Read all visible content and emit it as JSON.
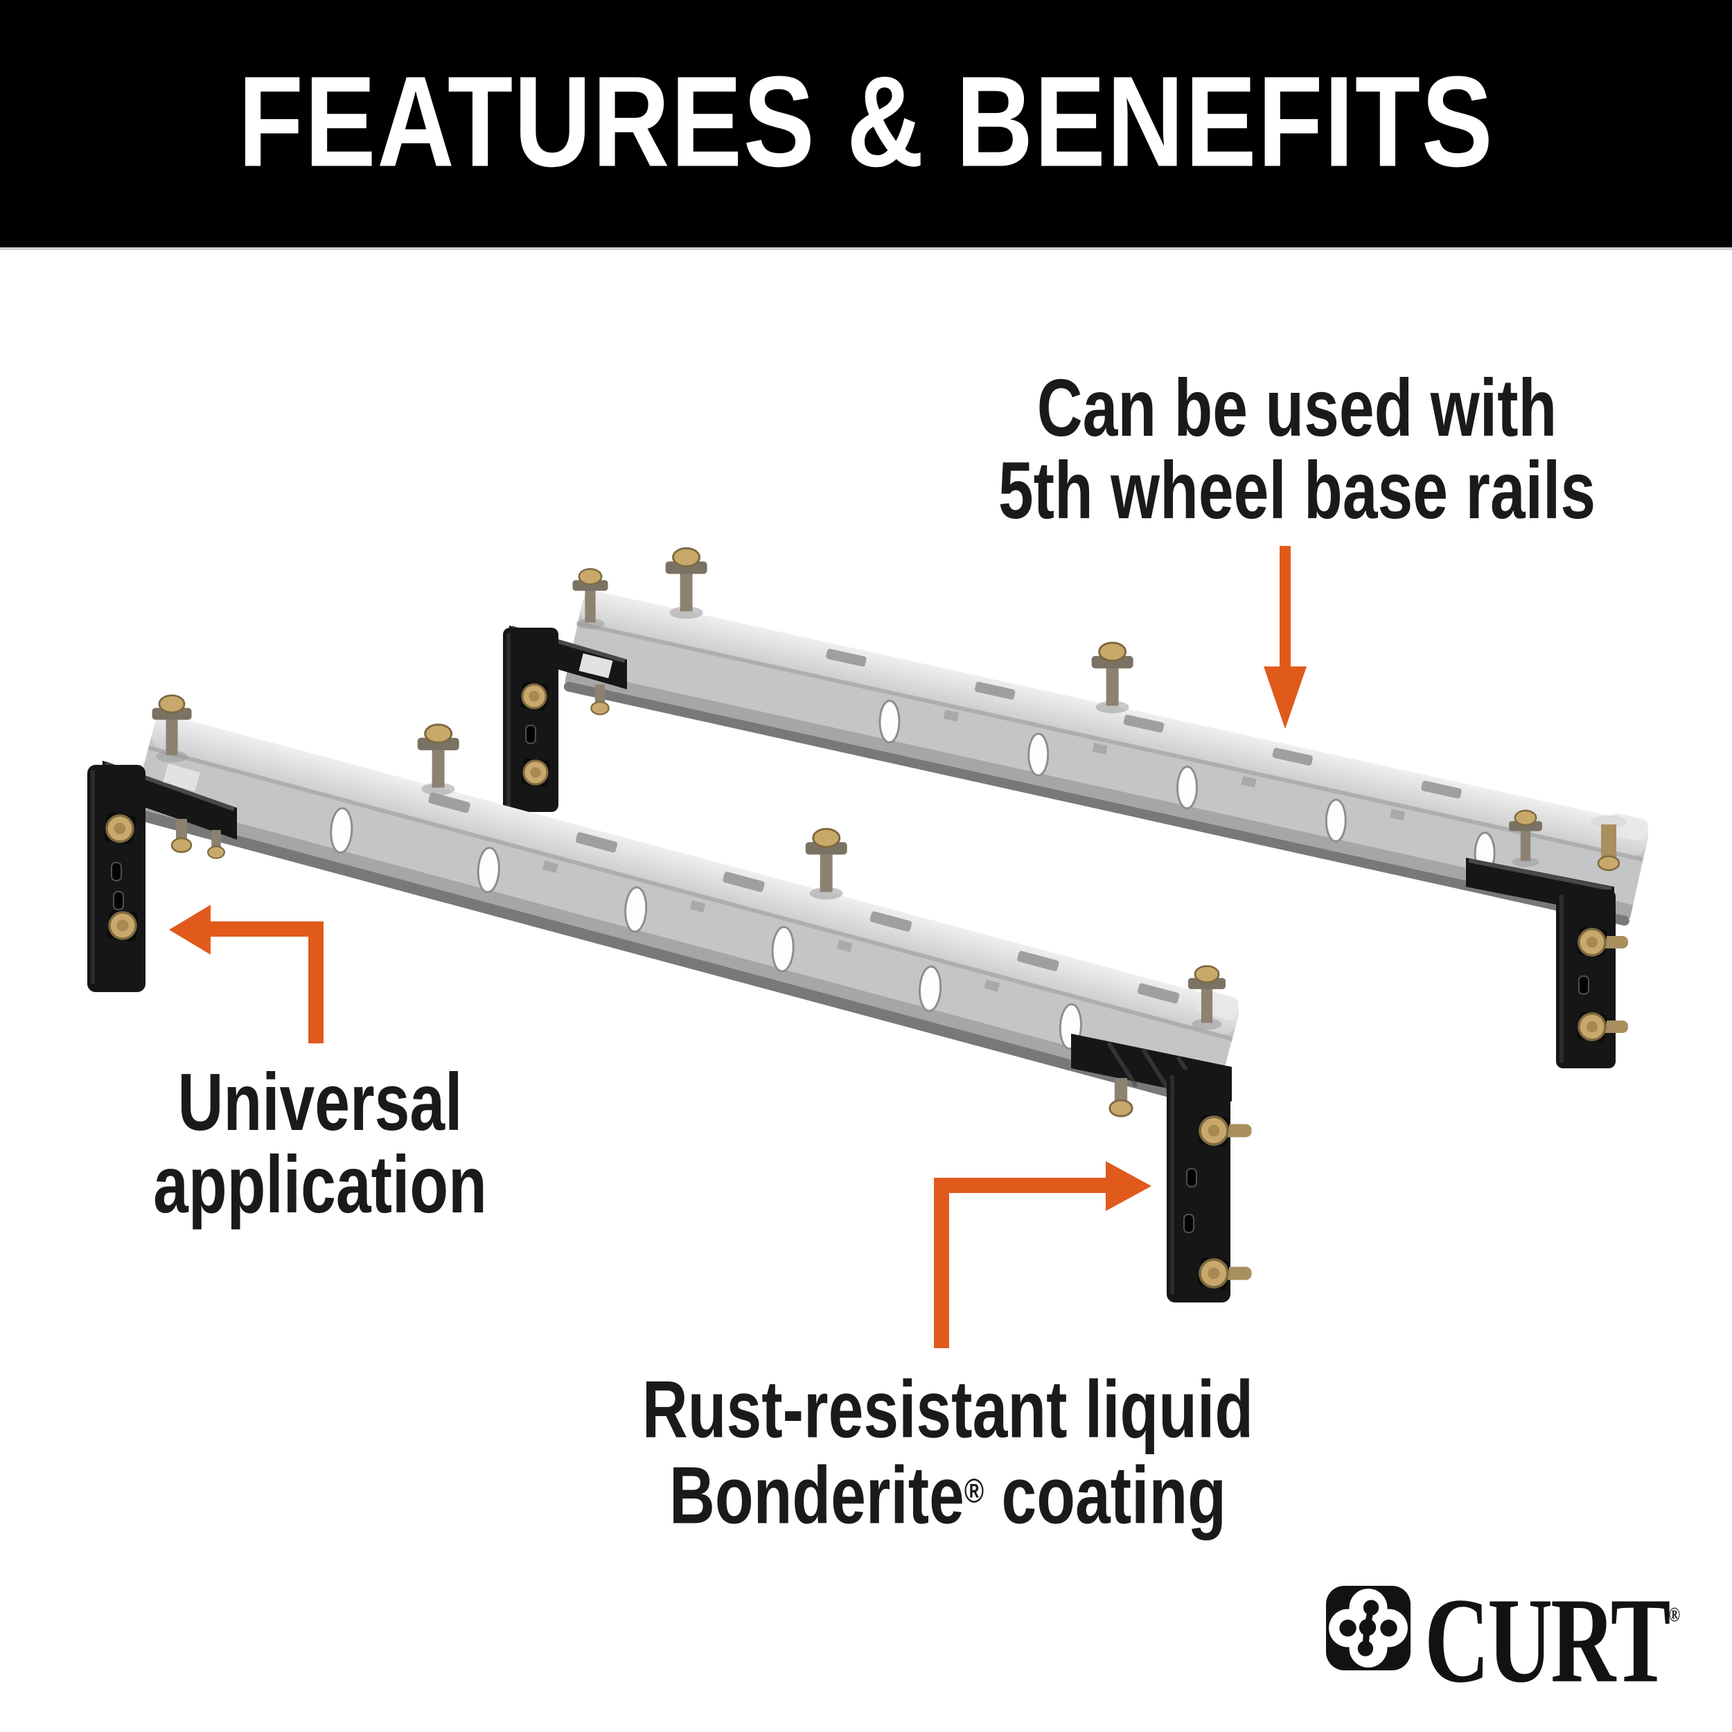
{
  "banner": {
    "title": "FEATURES & BENEFITS"
  },
  "callouts": {
    "base_rails": {
      "line1": "Can be used with",
      "line2": "5th wheel base rails"
    },
    "universal": {
      "line1": "Universal",
      "line2": "application"
    },
    "coating": {
      "line1": "Rust-resistant liquid",
      "brand": "Bonderite",
      "reg": "®",
      "rest": " coating"
    }
  },
  "logo": {
    "wordmark": "CURT",
    "reg": "®",
    "icon": "curt-clover-icon"
  },
  "icons": [
    "arrow-down-icon",
    "arrow-elbow-left-icon",
    "arrow-elbow-right-icon",
    "curt-clover-icon"
  ],
  "colors": {
    "bg": "#FFFFFF",
    "banner_bg": "#000000",
    "banner_fg": "#FFFFFF",
    "text": "#1A1A1A",
    "accent": "#E05A1C",
    "rail_top": "#E6E6E6",
    "rail_face": "#C4C5C7",
    "rail_lower": "#A6A6A8",
    "rail_edge": "#77787A",
    "bracket": "#161616",
    "bracket_hi": "#484848",
    "bolt_gold": "#C9A96B",
    "bolt_dark": "#7E6A42",
    "stud_gray": "#8D8272"
  }
}
